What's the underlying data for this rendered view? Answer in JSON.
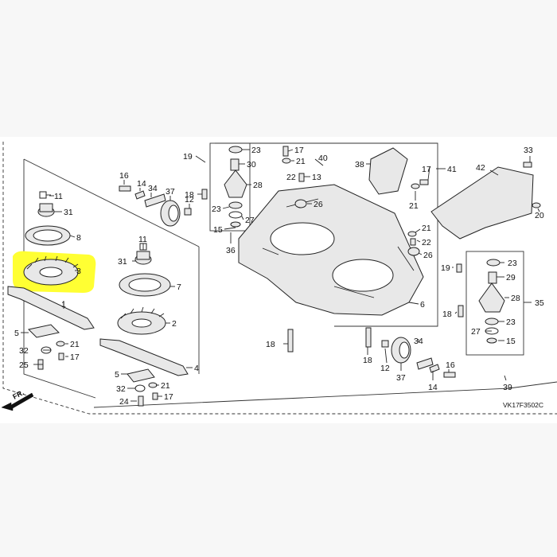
{
  "diagram": {
    "ref_code": "VK17F3502C",
    "front_label": "FR.",
    "highlight_color": "#ffff33",
    "callouts": {
      "p11a": "11",
      "p31a": "31",
      "p8": "8",
      "p3": "3",
      "p1": "1",
      "p5a": "5",
      "p21a": "21",
      "p32a": "32",
      "p17a": "17",
      "p25": "25",
      "p16a": "16",
      "p14a": "14",
      "p34a": "34",
      "p37a": "37",
      "p12a": "12",
      "p18a": "18",
      "p11b": "11",
      "p31b": "31",
      "p7": "7",
      "p2": "2",
      "p4": "4",
      "p5b": "5",
      "p21b": "21",
      "p32b": "32",
      "p24": "24",
      "p17b": "17",
      "p19a": "19",
      "p23a": "23",
      "p30": "30",
      "p28a": "28",
      "p23b": "23",
      "p27a": "27",
      "p15a": "15",
      "p36": "36",
      "p17c": "17",
      "p40": "40",
      "p21c": "21",
      "p22a": "22",
      "p13": "13",
      "p26a": "26",
      "p38": "38",
      "p17d": "17",
      "p41": "41",
      "p21d": "21",
      "p42": "42",
      "p33": "33",
      "p20": "20",
      "p21e": "21",
      "p22b": "22",
      "p26b": "26",
      "p6": "6",
      "p18b": "18",
      "p18c": "18",
      "p12b": "12",
      "p34b": "34",
      "p37b": "37",
      "p14b": "14",
      "p16b": "16",
      "p19b": "19",
      "p23c": "23",
      "p29": "29",
      "p28b": "28",
      "p35": "35",
      "p18d": "18",
      "p23d": "23",
      "p27b": "27",
      "p15b": "15",
      "p39": "39"
    }
  }
}
